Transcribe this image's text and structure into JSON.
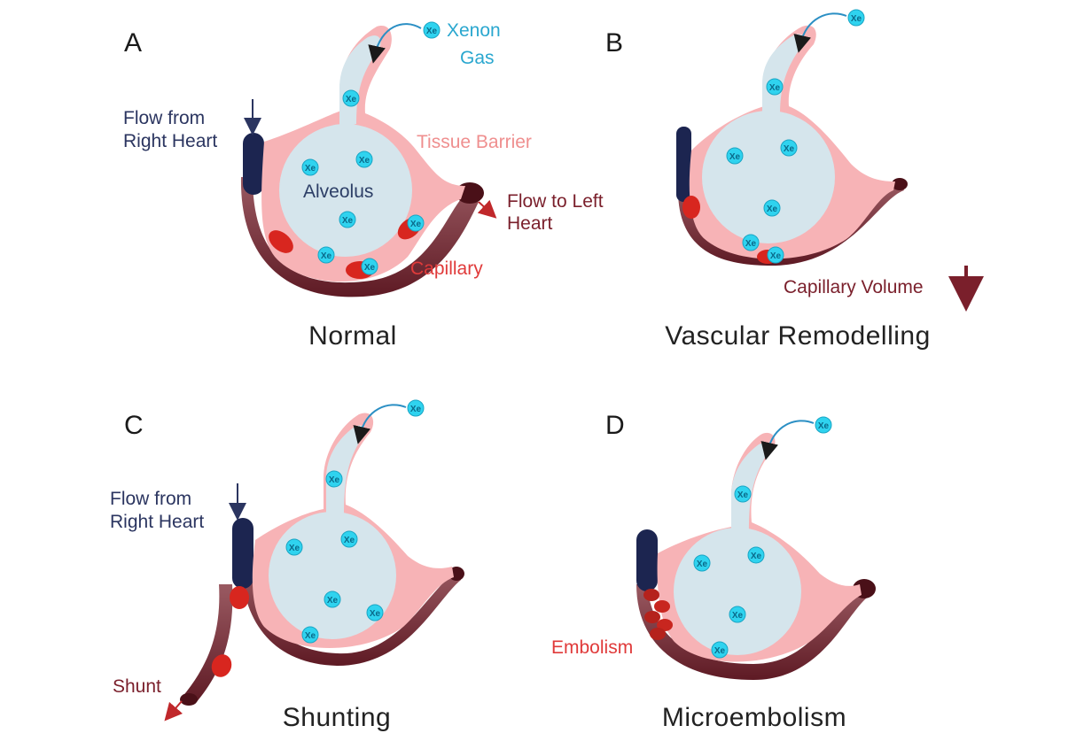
{
  "colors": {
    "tissue": "#f7b3b6",
    "alveolus": "#d5e5ec",
    "capillary_dark": "#6e1f2a",
    "capillary_light": "#9a5a62",
    "venous": "#1c2550",
    "rbc": "#d8261f",
    "xenon": "#2fd3ef",
    "arrow_blue": "#2b8fc4",
    "arrow_maroon": "#7a1f2b"
  },
  "icons": {
    "xenon_atom": "xenon-atom-icon",
    "red_blood_cell": "red-blood-cell-icon"
  },
  "xenon_symbol": "Xe",
  "panels": [
    {
      "letter": "A",
      "caption": "Normal",
      "labels": {
        "xenon": [
          "Xenon",
          "Gas"
        ],
        "flow_from": [
          "Flow from",
          "Right Heart"
        ],
        "tissue": "Tissue Barrier",
        "alveolus": "Alveolus",
        "flow_to": [
          "Flow to Left",
          "Heart"
        ],
        "capillary": "Capillary"
      }
    },
    {
      "letter": "B",
      "caption": "Vascular Remodelling",
      "labels": {
        "capillary_volume": "Capillary Volume"
      }
    },
    {
      "letter": "C",
      "caption": "Shunting",
      "labels": {
        "flow_from": [
          "Flow from",
          "Right Heart"
        ],
        "shunt": "Shunt"
      }
    },
    {
      "letter": "D",
      "caption": "Microembolism",
      "labels": {
        "embolism": "Embolism"
      }
    }
  ]
}
